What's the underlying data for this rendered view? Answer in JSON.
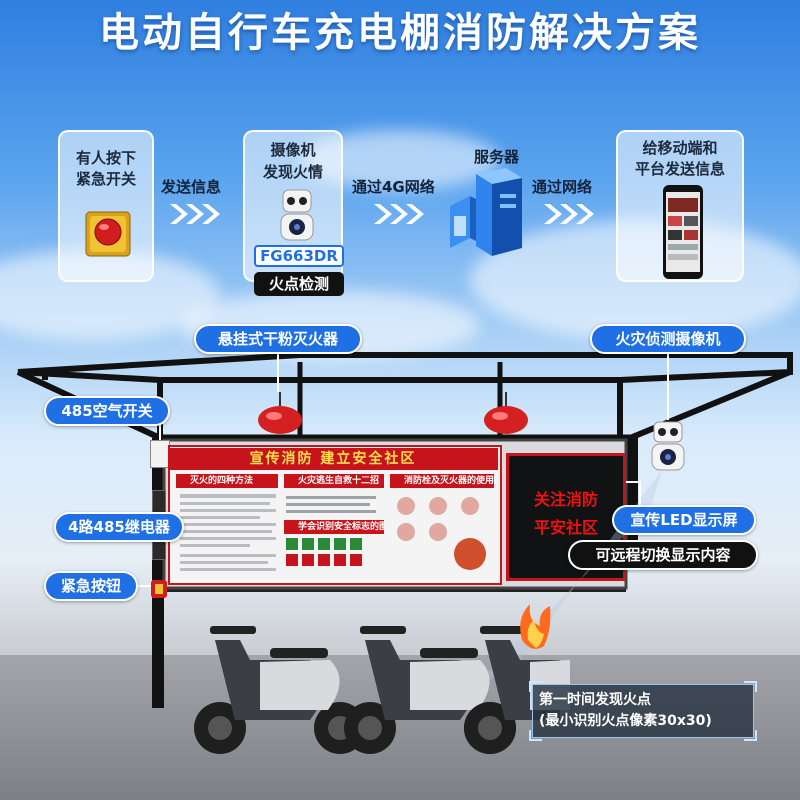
{
  "title": "电动自行车充电棚消防解决方案",
  "flow": {
    "card1": {
      "line1": "有人按下",
      "line2": "紧急开关"
    },
    "step1": "发送信息",
    "card2": {
      "line1": "摄像机",
      "line2": "发现火情",
      "model": "FG663DR",
      "detect": "火点检测"
    },
    "step2": "通过4G网络",
    "server": "服务器",
    "step3": "通过网络",
    "card3": {
      "line1": "给移动端和",
      "line2": "平台发送信息"
    }
  },
  "callouts": {
    "extinguisher": "悬挂式干粉灭火器",
    "fire_camera": "火灾侦测摄像机",
    "air_switch": "485空气开关",
    "relay": "4路485继电器",
    "emergency_button": "紧急按钮",
    "led_screen": "宣传LED显示屏",
    "remote_switch": "可远程切换显示内容"
  },
  "panel": {
    "title": "宣传消防   建立安全社区",
    "sub1": "灭火的四种方法",
    "sub2": "火灾逃生自救十二招",
    "sub3": "消防栓及灭火器的使用方法",
    "sub4": "学会识别安全标志的图标"
  },
  "led": {
    "line1": "关注消防",
    "line2": "平安社区"
  },
  "hud": {
    "line1": "第一时间发现火点",
    "line2": "(最小识别火点像素30x30)"
  },
  "colors": {
    "accent_blue": "#1f6fe5",
    "fire_red": "#c7131b",
    "led_text": "#e11111"
  }
}
